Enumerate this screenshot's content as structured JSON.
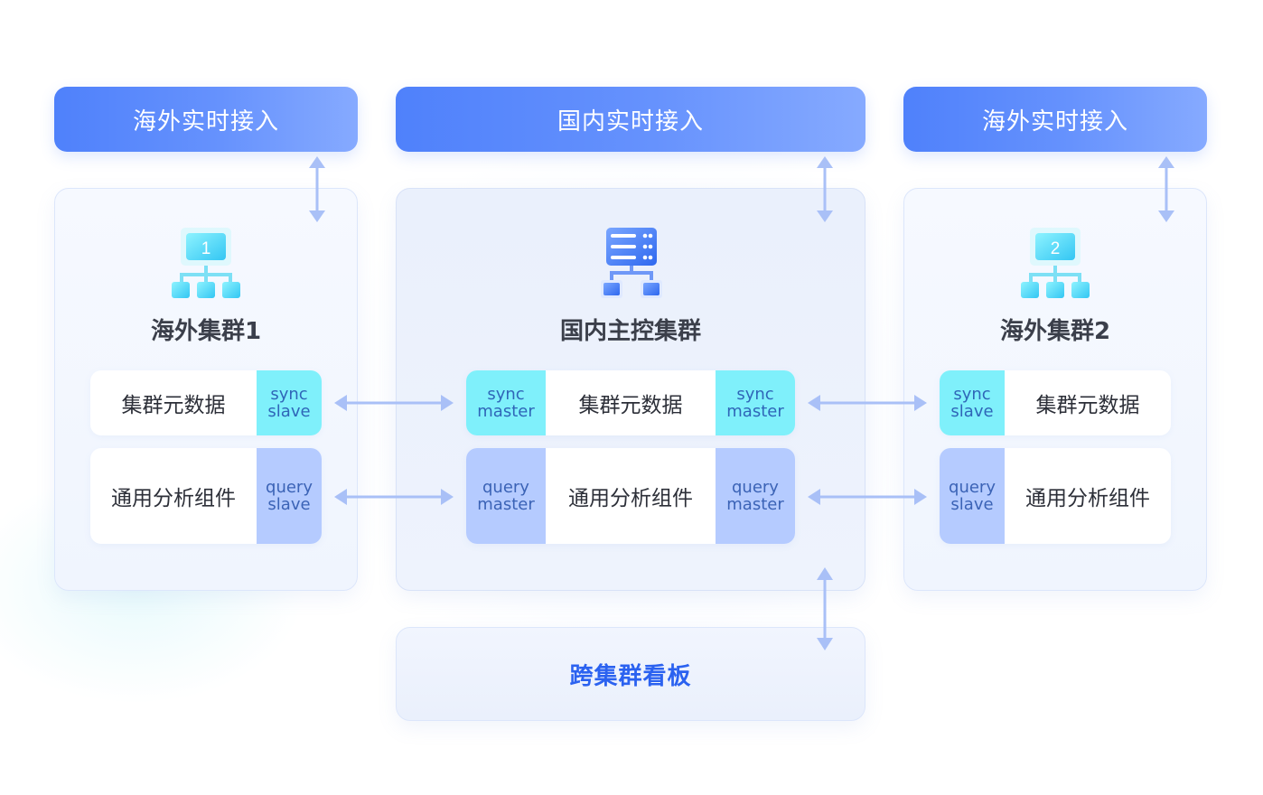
{
  "access": {
    "left": "海外实时接入",
    "center": "国内实时接入",
    "right": "海外实时接入"
  },
  "clusters": {
    "overseas1": {
      "icon_number": "1",
      "title": "海外集群1",
      "metadata_label": "集群元数据",
      "metadata_tag": "sync\nslave",
      "analysis_label": "通用分析组件",
      "analysis_tag": "query\nslave"
    },
    "domestic": {
      "title": "国内主控集群",
      "metadata_label": "集群元数据",
      "metadata_tag_left": "sync\nmaster",
      "metadata_tag_right": "sync\nmaster",
      "analysis_label": "通用分析组件",
      "analysis_tag_left": "query\nmaster",
      "analysis_tag_right": "query\nmaster"
    },
    "overseas2": {
      "icon_number": "2",
      "title": "海外集群2",
      "metadata_label": "集群元数据",
      "metadata_tag": "sync\nslave",
      "analysis_label": "通用分析组件",
      "analysis_tag": "query\nslave"
    }
  },
  "board": {
    "label": "跨集群看板"
  },
  "colors": {
    "access_gradient_start": "#4f81fb",
    "access_gradient_end": "#86aaff",
    "sync_tag": "#7ff0fb",
    "query_tag": "#b5cbff",
    "arrow": "#a9c0f7",
    "board_text": "#2b62f0"
  }
}
